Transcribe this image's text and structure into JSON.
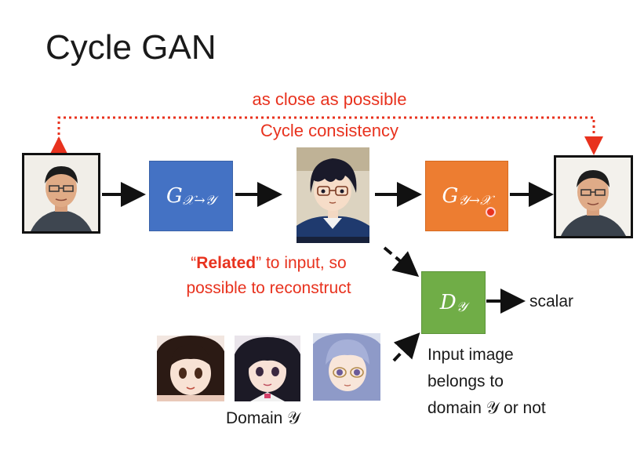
{
  "title": "Cycle GAN",
  "annotations": {
    "close": "as close as possible",
    "cycle": "Cycle consistency"
  },
  "generators": {
    "forward": {
      "letter": "G",
      "sub": "𝒳→𝒴"
    },
    "backward": {
      "letter": "G",
      "sub": "𝒴→𝒳"
    }
  },
  "discriminator": {
    "letter": "D",
    "sub": "𝒴"
  },
  "related": {
    "open_quote": "“",
    "bold": "Related",
    "rest": "” to input, so",
    "line2": "possible to reconstruct"
  },
  "scalar": "scalar",
  "input_desc": [
    "Input image",
    "belongs to",
    "domain 𝒴 or not"
  ],
  "domain_caption": "Domain 𝒴",
  "colors": {
    "generator_forward": "#4472c4",
    "generator_backward": "#ed7d31",
    "discriminator": "#70ad47",
    "annotation_red": "#e8321e"
  }
}
